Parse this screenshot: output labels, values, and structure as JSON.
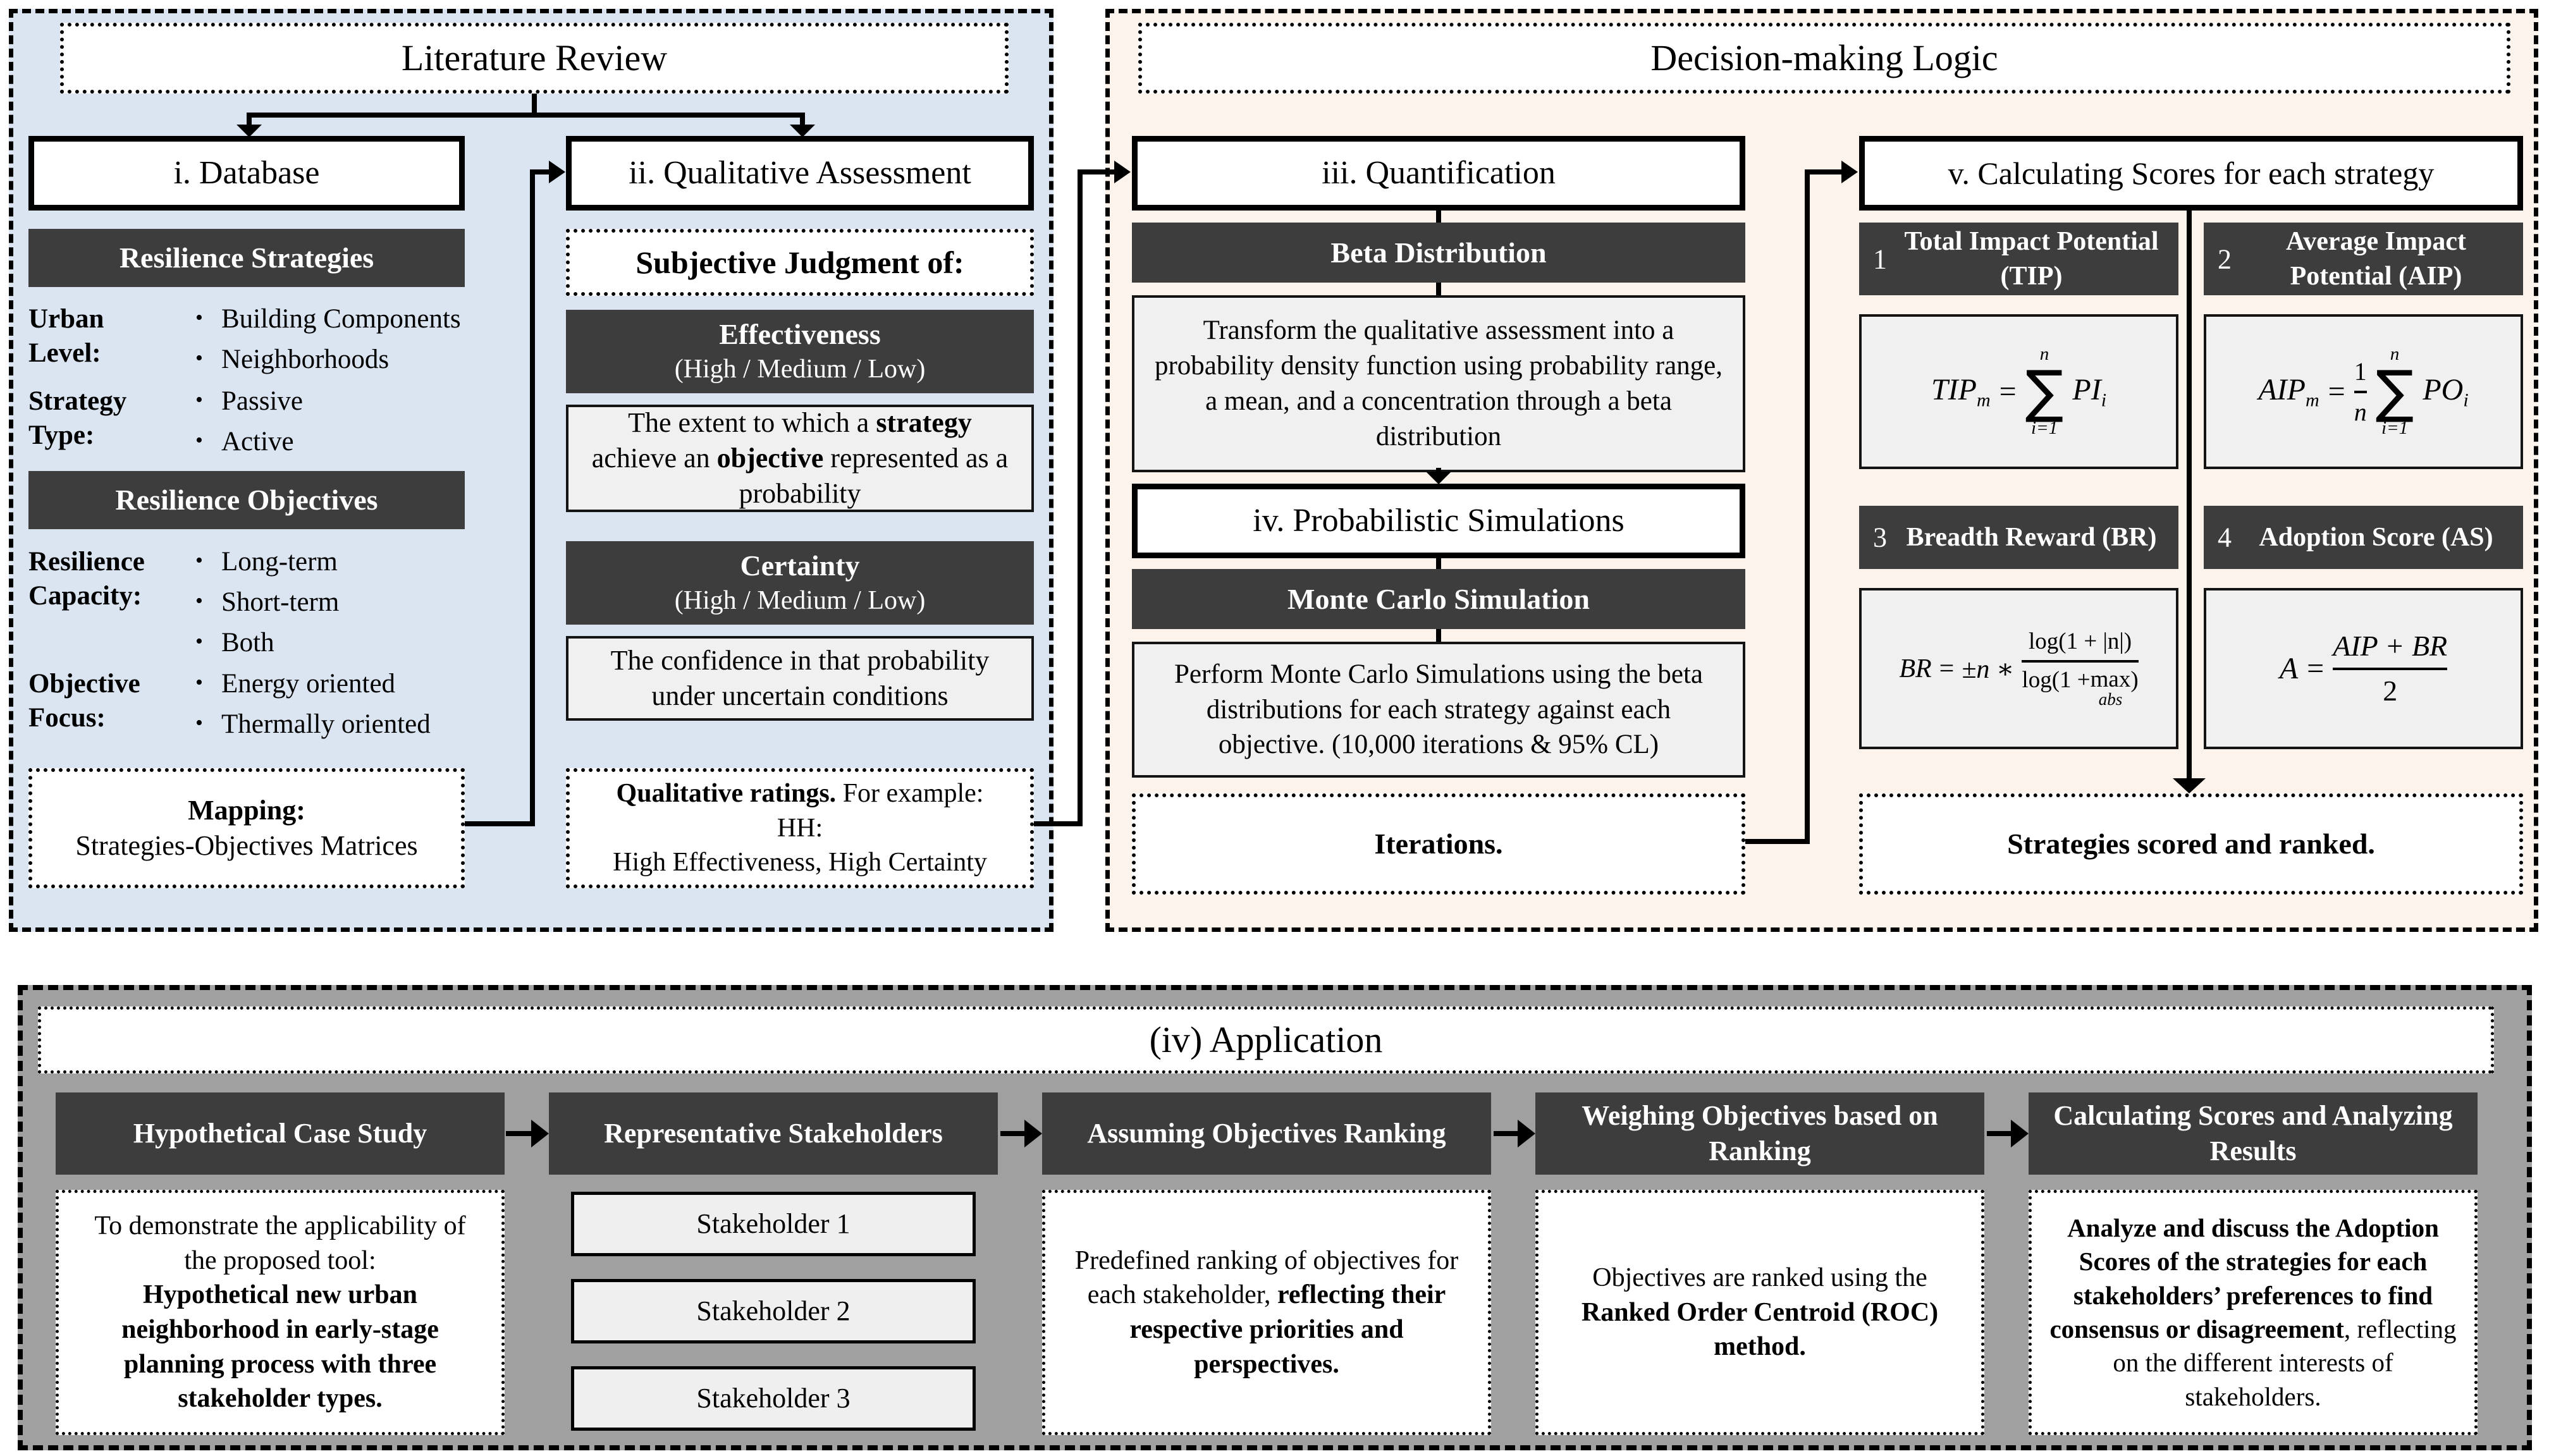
{
  "ui": {
    "bullet": "•"
  },
  "literature_review": {
    "title": "Literature Review",
    "database": {
      "title": "i. Database",
      "strategies_header": "Resilience Strategies",
      "strategy_groups": [
        {
          "label": "Urban Level:",
          "items": [
            "Building Components",
            "Neighborhoods"
          ]
        },
        {
          "label": "Strategy Type:",
          "items": [
            "Passive",
            "Active"
          ]
        }
      ],
      "objectives_header": "Resilience Objectives",
      "objective_groups": [
        {
          "label": "Resilience Capacity:",
          "items": [
            "Long-term",
            "Short-term",
            "Both"
          ]
        },
        {
          "label": "Objective Focus:",
          "items": [
            "Energy oriented",
            "Thermally oriented"
          ]
        }
      ],
      "mapping_title": "Mapping:",
      "mapping_text": "Strategies-Objectives Matrices"
    },
    "qualitative": {
      "title": "ii. Qualitative Assessment",
      "subjective_heading": "Subjective Judgment of:",
      "effectiveness": {
        "title": "Effectiveness",
        "scale": "(High / Medium / Low)",
        "desc_1": "The extent to which a ",
        "desc_bold_1": "strategy",
        "desc_2": " achieve an ",
        "desc_bold_2": "objective",
        "desc_3": " represented as a probability"
      },
      "certainty": {
        "title": "Certainty",
        "scale": "(High / Medium / Low)",
        "desc": "The confidence in that probability under uncertain conditions"
      },
      "ratings": {
        "bold": "Qualitative ratings.",
        "rest": " For example:",
        "line2": "HH:",
        "line3": "High Effectiveness, High Certainty"
      }
    }
  },
  "decision_logic": {
    "title": "Decision-making Logic",
    "quantification": {
      "title": "iii. Quantification",
      "beta_header": "Beta Distribution",
      "beta_desc": "Transform the qualitative assessment into a probability density function using probability range, a mean, and a concentration through a beta distribution",
      "simulations_title": "iv. Probabilistic Simulations",
      "mc_header": "Monte Carlo Simulation",
      "mc_desc": "Perform Monte Carlo Simulations using the beta distributions for each strategy against each objective. (10,000 iterations & 95% CL)",
      "iterations": "Iterations."
    },
    "scores": {
      "title": "v. Calculating Scores for each strategy",
      "tip": {
        "num": "1",
        "title": "Total Impact Potential (TIP)"
      },
      "aip": {
        "num": "2",
        "title": "Average Impact Potential (AIP)"
      },
      "br": {
        "num": "3",
        "title": "Breadth Reward (BR)"
      },
      "as": {
        "num": "4",
        "title": "Adoption Score (AS)"
      },
      "result": "Strategies scored and ranked."
    },
    "formulas": {
      "sigma": "∑",
      "tip": {
        "lhs": "TIP",
        "lhs_sub": "m",
        "eq": "=",
        "sum_top": "n",
        "sum_bot": "i=1",
        "rhs": "PI",
        "rhs_sub": "i"
      },
      "aip": {
        "lhs": "AIP",
        "lhs_sub": "m",
        "eq": "=",
        "frac_num": "1",
        "frac_den": "n",
        "sum_top": "n",
        "sum_bot": "i=1",
        "rhs": "PO",
        "rhs_sub": "i"
      },
      "br": {
        "lhs": "BR",
        "eq": "=",
        "coef": "±n ∗",
        "num": "log(1 + |n|)",
        "den_pre": "log(1 + ",
        "den_max": "max",
        "den_sub": "abs",
        "den_post": ")"
      },
      "as": {
        "lhs": "A",
        "eq": "=",
        "num": "AIP + BR",
        "den": "2"
      }
    }
  },
  "application": {
    "title": "(iv) Application",
    "steps": [
      {
        "header": "Hypothetical Case Study"
      },
      {
        "header": "Representative Stakeholders"
      },
      {
        "header": "Assuming Objectives Ranking"
      },
      {
        "header": "Weighing Objectives based on Ranking"
      },
      {
        "header": "Calculating Scores and Analyzing Results"
      }
    ],
    "case_study": {
      "text": "To demonstrate the applicability of the proposed tool:",
      "bold": "Hypothetical new urban neighborhood in early-stage planning process with three stakeholder types."
    },
    "stakeholders": [
      "Stakeholder 1",
      "Stakeholder 2",
      "Stakeholder 3"
    ],
    "ranking": {
      "text": "Predefined ranking of objectives for each stakeholder, ",
      "bold": "reflecting their respective priorities and perspectives."
    },
    "weighing": {
      "text": "Objectives are ranked using the ",
      "bold": "Ranked Order Centroid (ROC) method."
    },
    "results": {
      "bold": "Analyze and discuss the Adoption Scores of the strategies for each stakeholders’ preferences to find consensus or disagreement",
      "text": ", reflecting on the different interests of stakeholders."
    }
  }
}
